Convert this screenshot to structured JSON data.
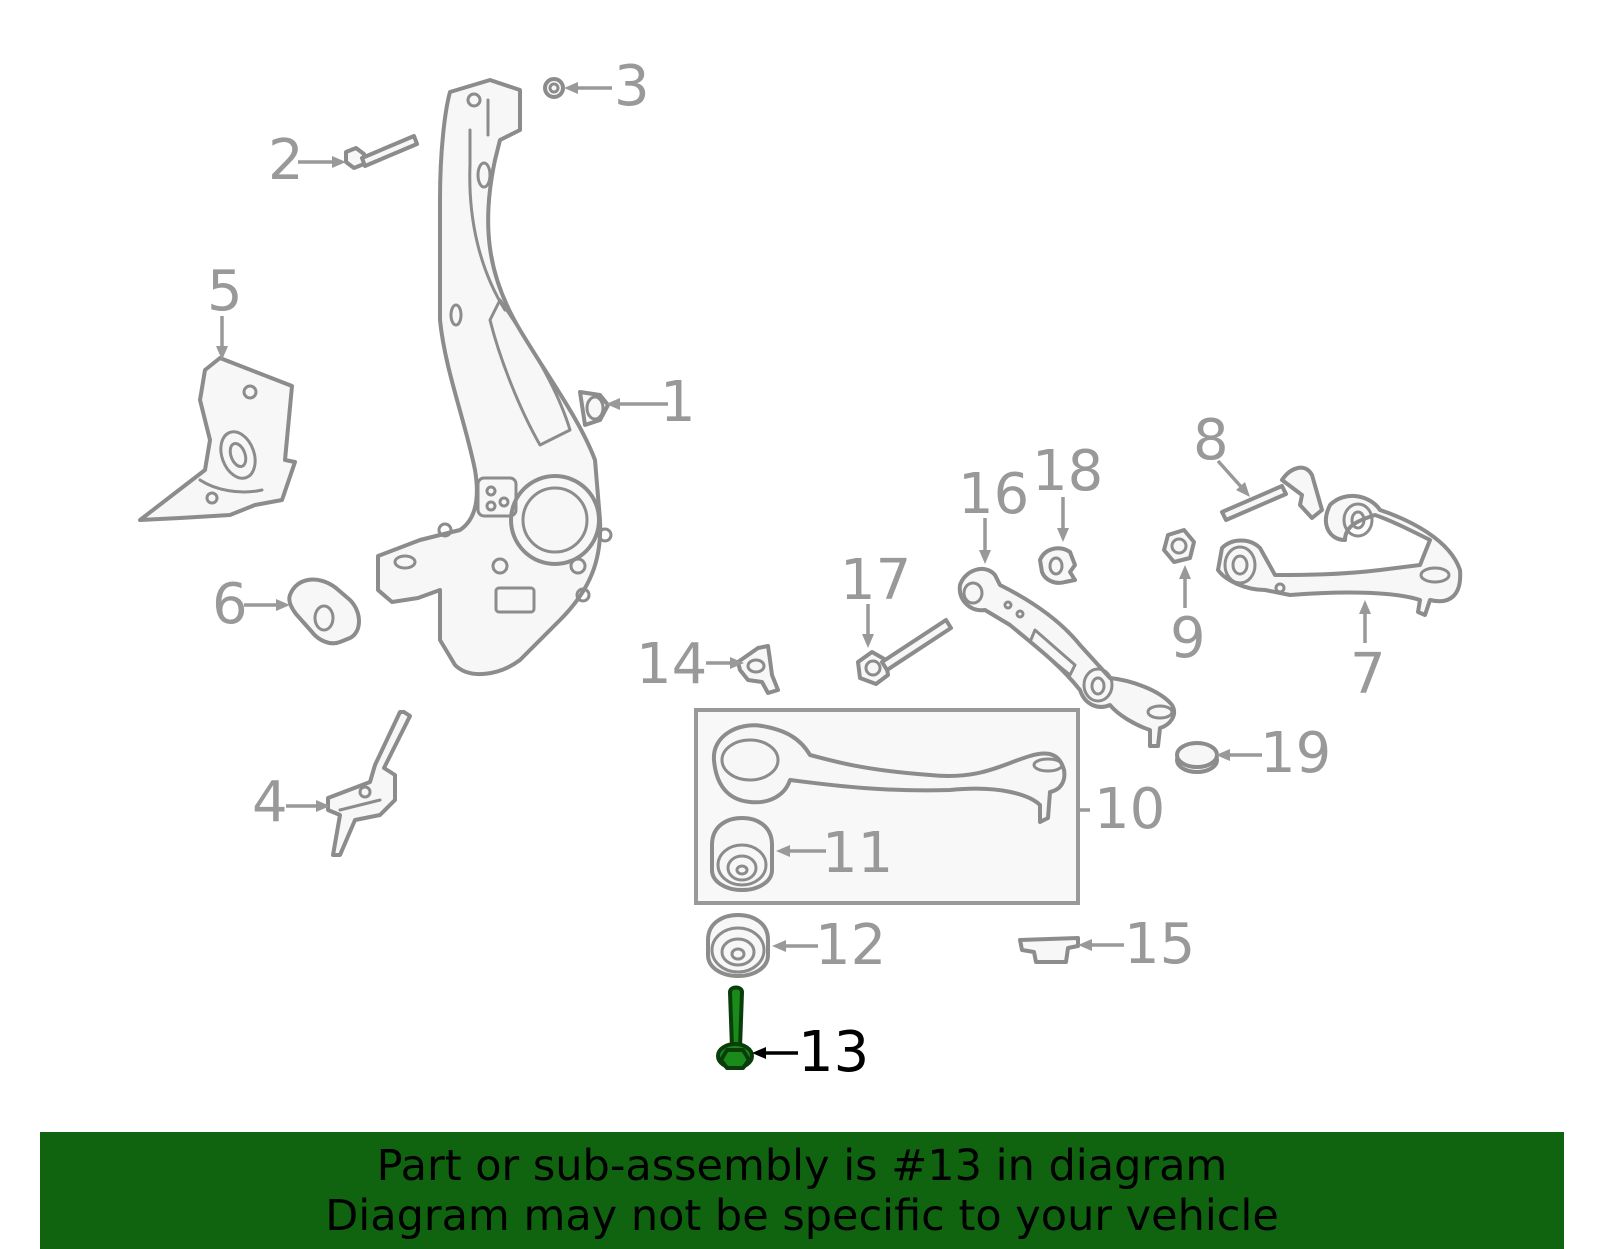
{
  "diagram": {
    "callouts": [
      {
        "id": "1",
        "label": "1",
        "highlighted": false
      },
      {
        "id": "2",
        "label": "2",
        "highlighted": false
      },
      {
        "id": "3",
        "label": "3",
        "highlighted": false
      },
      {
        "id": "4",
        "label": "4",
        "highlighted": false
      },
      {
        "id": "5",
        "label": "5",
        "highlighted": false
      },
      {
        "id": "6",
        "label": "6",
        "highlighted": false
      },
      {
        "id": "7",
        "label": "7",
        "highlighted": false
      },
      {
        "id": "8",
        "label": "8",
        "highlighted": false
      },
      {
        "id": "9",
        "label": "9",
        "highlighted": false
      },
      {
        "id": "10",
        "label": "10",
        "highlighted": false
      },
      {
        "id": "11",
        "label": "11",
        "highlighted": false
      },
      {
        "id": "12",
        "label": "12",
        "highlighted": false
      },
      {
        "id": "13",
        "label": "13",
        "highlighted": true
      },
      {
        "id": "14",
        "label": "14",
        "highlighted": false
      },
      {
        "id": "15",
        "label": "15",
        "highlighted": false
      },
      {
        "id": "16",
        "label": "16",
        "highlighted": false
      },
      {
        "id": "17",
        "label": "17",
        "highlighted": false
      },
      {
        "id": "18",
        "label": "18",
        "highlighted": false
      },
      {
        "id": "19",
        "label": "19",
        "highlighted": false
      }
    ],
    "colors": {
      "part_stroke": "#8c8c8c",
      "callout_text": "#999999",
      "highlight_part": "#1a8a1a",
      "highlight_text": "#000000",
      "banner_background": "#106410"
    }
  },
  "banner": {
    "line1": "Part or sub-assembly is #13 in diagram",
    "line2": "Diagram may not be specific to your vehicle"
  }
}
